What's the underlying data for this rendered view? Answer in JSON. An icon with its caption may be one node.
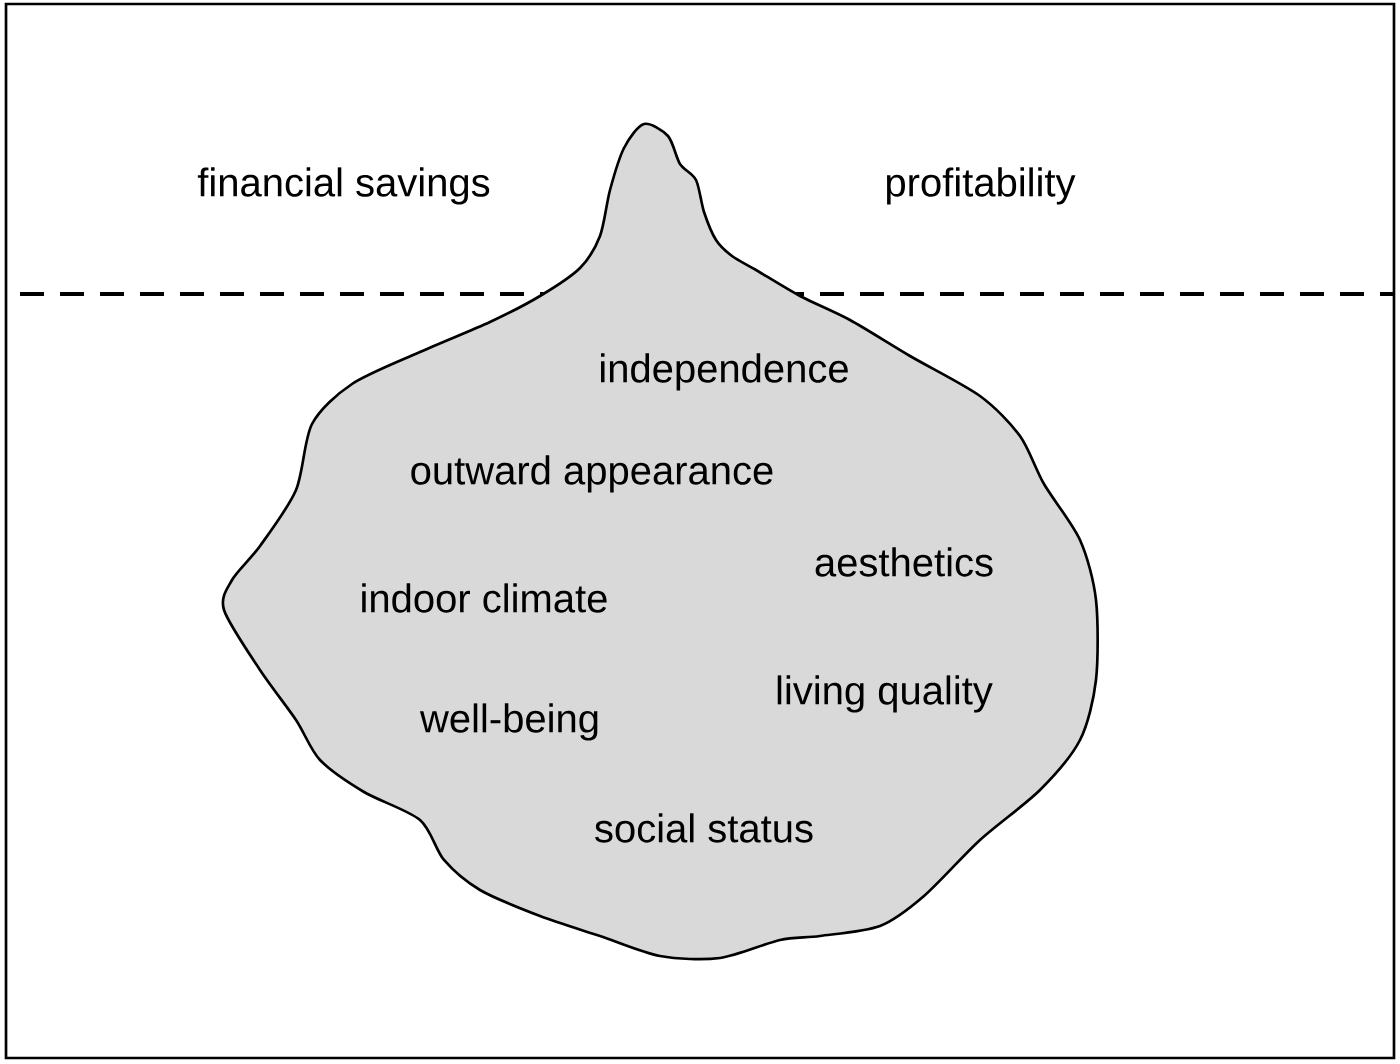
{
  "diagram": {
    "nodes": [
      {
        "text": [
          "independence",
          "outward appearance",
          "aesthetics",
          "indoor climate",
          "living quality",
          "well-being",
          "social status"
        ]
      }
    ],
    "labels": [
      "financial savings",
      "profitability"
    ]
  }
}
